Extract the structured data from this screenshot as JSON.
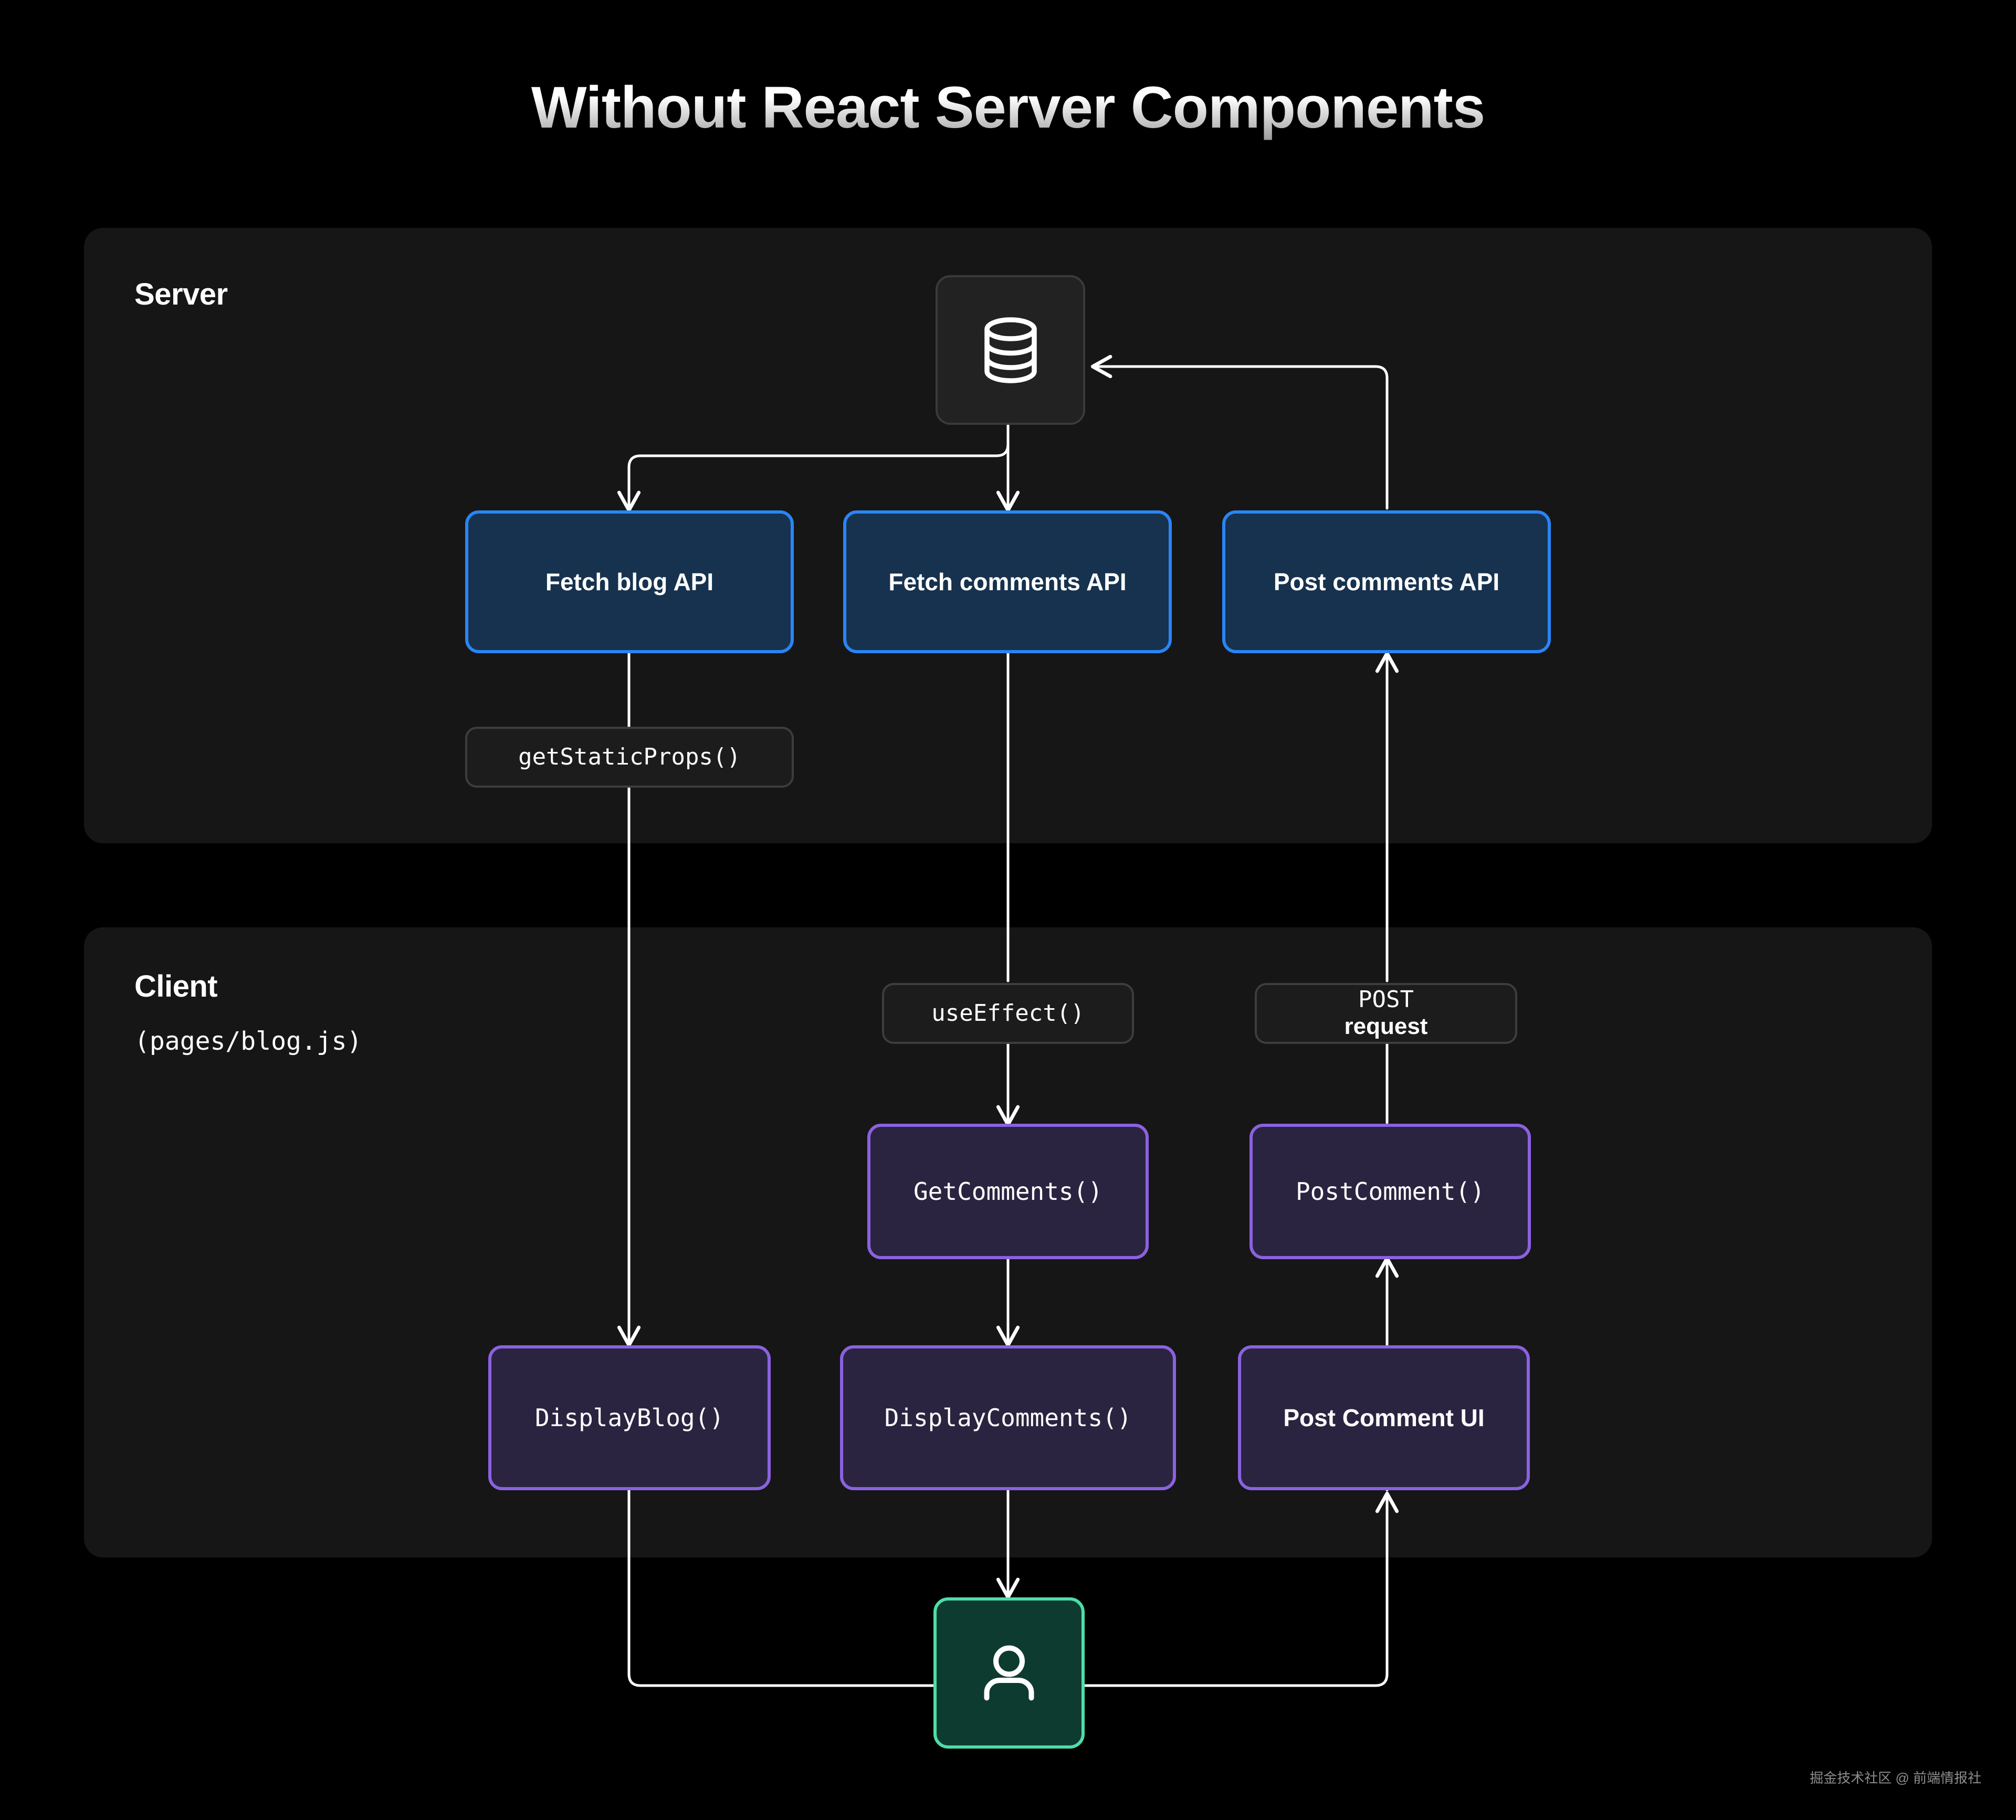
{
  "title": "Without React Server Components",
  "watermark": "掘金技术社区 @ 前端情报社",
  "colors": {
    "background": "#000000",
    "panel": "#161616",
    "api_border": "#2a85f5",
    "api_fill": "#17324e",
    "component_border": "#8a62e0",
    "component_fill": "#2b2440",
    "user_border": "#4fdda8",
    "user_fill": "#0e3b30",
    "chip_border": "#3d3d3d",
    "edge": "#ffffff"
  },
  "server": {
    "label": "Server",
    "database_icon": "database-icon",
    "apis": [
      {
        "label": "Fetch blog API"
      },
      {
        "label": "Fetch  comments API"
      },
      {
        "label": "Post comments API"
      }
    ],
    "chips": [
      {
        "label": "getStaticProps()"
      }
    ]
  },
  "client": {
    "label": "Client",
    "sublabel": "(pages/blog.js)",
    "chips": [
      {
        "label": "useEffect()"
      },
      {
        "label_mono": "POST",
        "label_bold": "request"
      }
    ],
    "components_row1": [
      {
        "label": "GetComments()"
      },
      {
        "label": "PostComment()"
      }
    ],
    "components_row2": [
      {
        "label": "DisplayBlog()"
      },
      {
        "label": "DisplayComments()"
      },
      {
        "label": "Post Comment UI"
      }
    ],
    "user_icon": "user-icon"
  }
}
